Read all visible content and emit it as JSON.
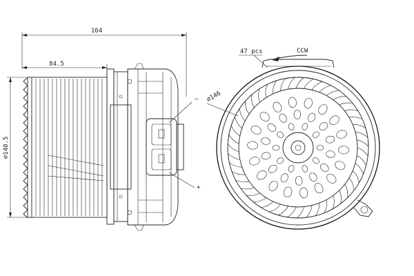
{
  "dimensions": {
    "overall_length": "164",
    "wheel_length": "84.5",
    "wheel_diameter": "⌀140.5",
    "housing_diameter": "⌀146",
    "blade_count": "47 pcs",
    "rotation": "CCW"
  },
  "terminals": {
    "negative": "–",
    "positive": "+"
  },
  "colors": {
    "line": "#222222",
    "background": "#ffffff"
  }
}
